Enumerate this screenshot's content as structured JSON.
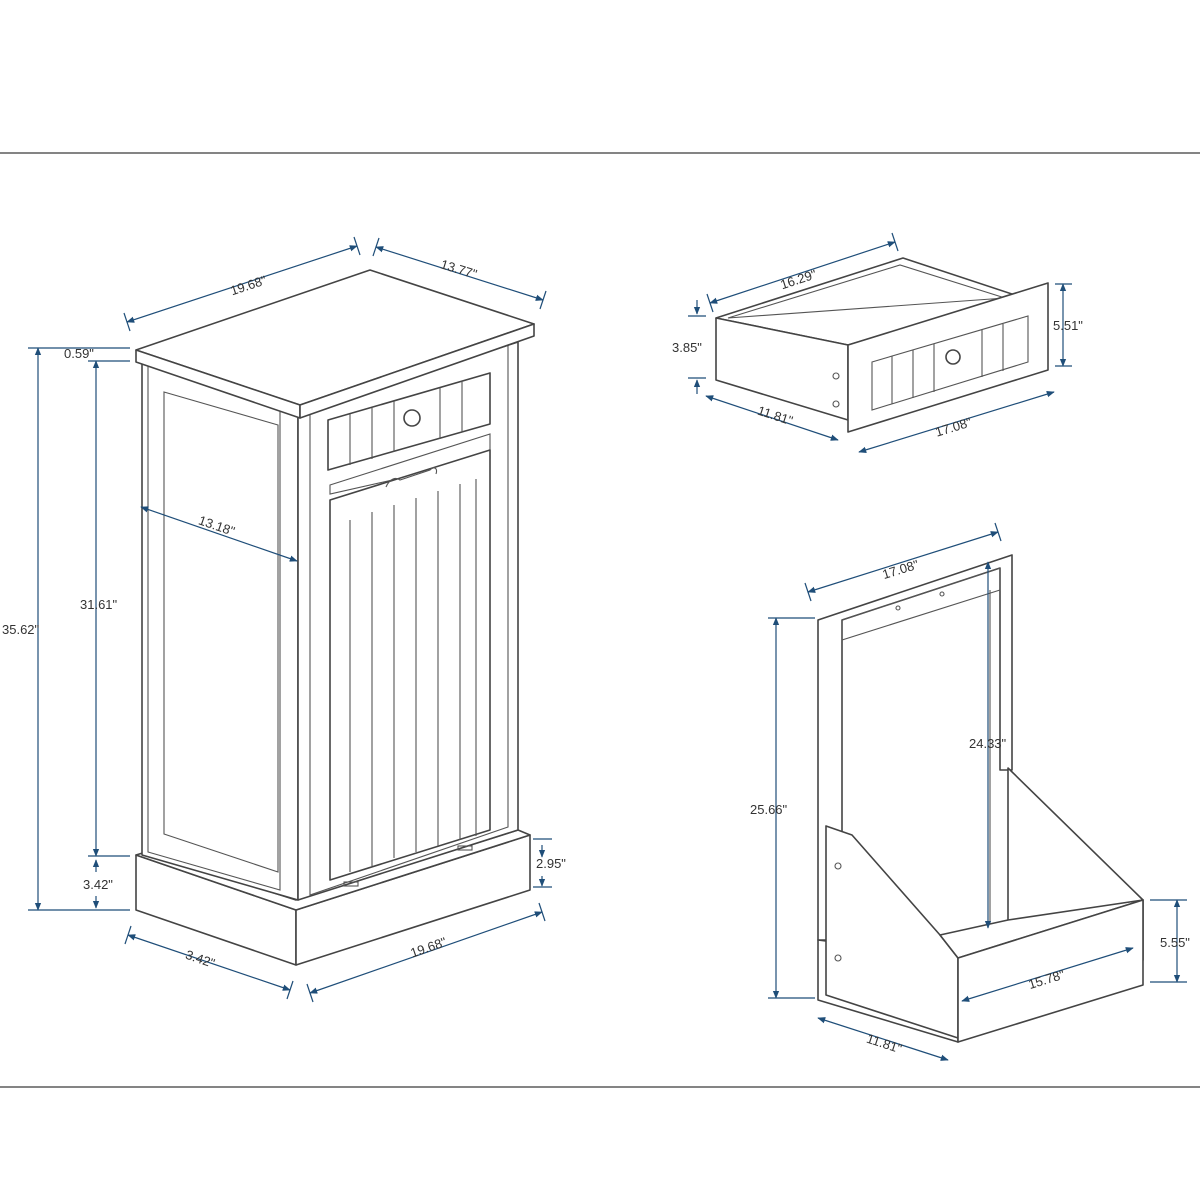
{
  "colors": {
    "lines": "#444444",
    "dimension": "#1f4e79",
    "text": "#333333",
    "background": "#ffffff"
  },
  "cabinet": {
    "top_width": "19.68\"",
    "top_depth": "13.77\"",
    "top_thickness": "0.59\"",
    "total_height": "35.62\"",
    "body_height": "31.61\"",
    "side_depth": "13.18\"",
    "base_height": "3.42\"",
    "base_depth": "3.42\"",
    "base_width": "19.68\"",
    "toe_kick_height": "2.95\""
  },
  "drawer": {
    "depth": "16.29\"",
    "side_height": "3.85\"",
    "front_height": "5.51\"",
    "inner_width": "11.81\"",
    "front_width": "17.08\""
  },
  "tilt_bin_frame": {
    "width": "17.08\"",
    "total_height": "25.66\"",
    "inner_height": "24.33\"",
    "bin_height": "5.55\"",
    "bin_width": "15.78\"",
    "depth": "11.81\""
  }
}
